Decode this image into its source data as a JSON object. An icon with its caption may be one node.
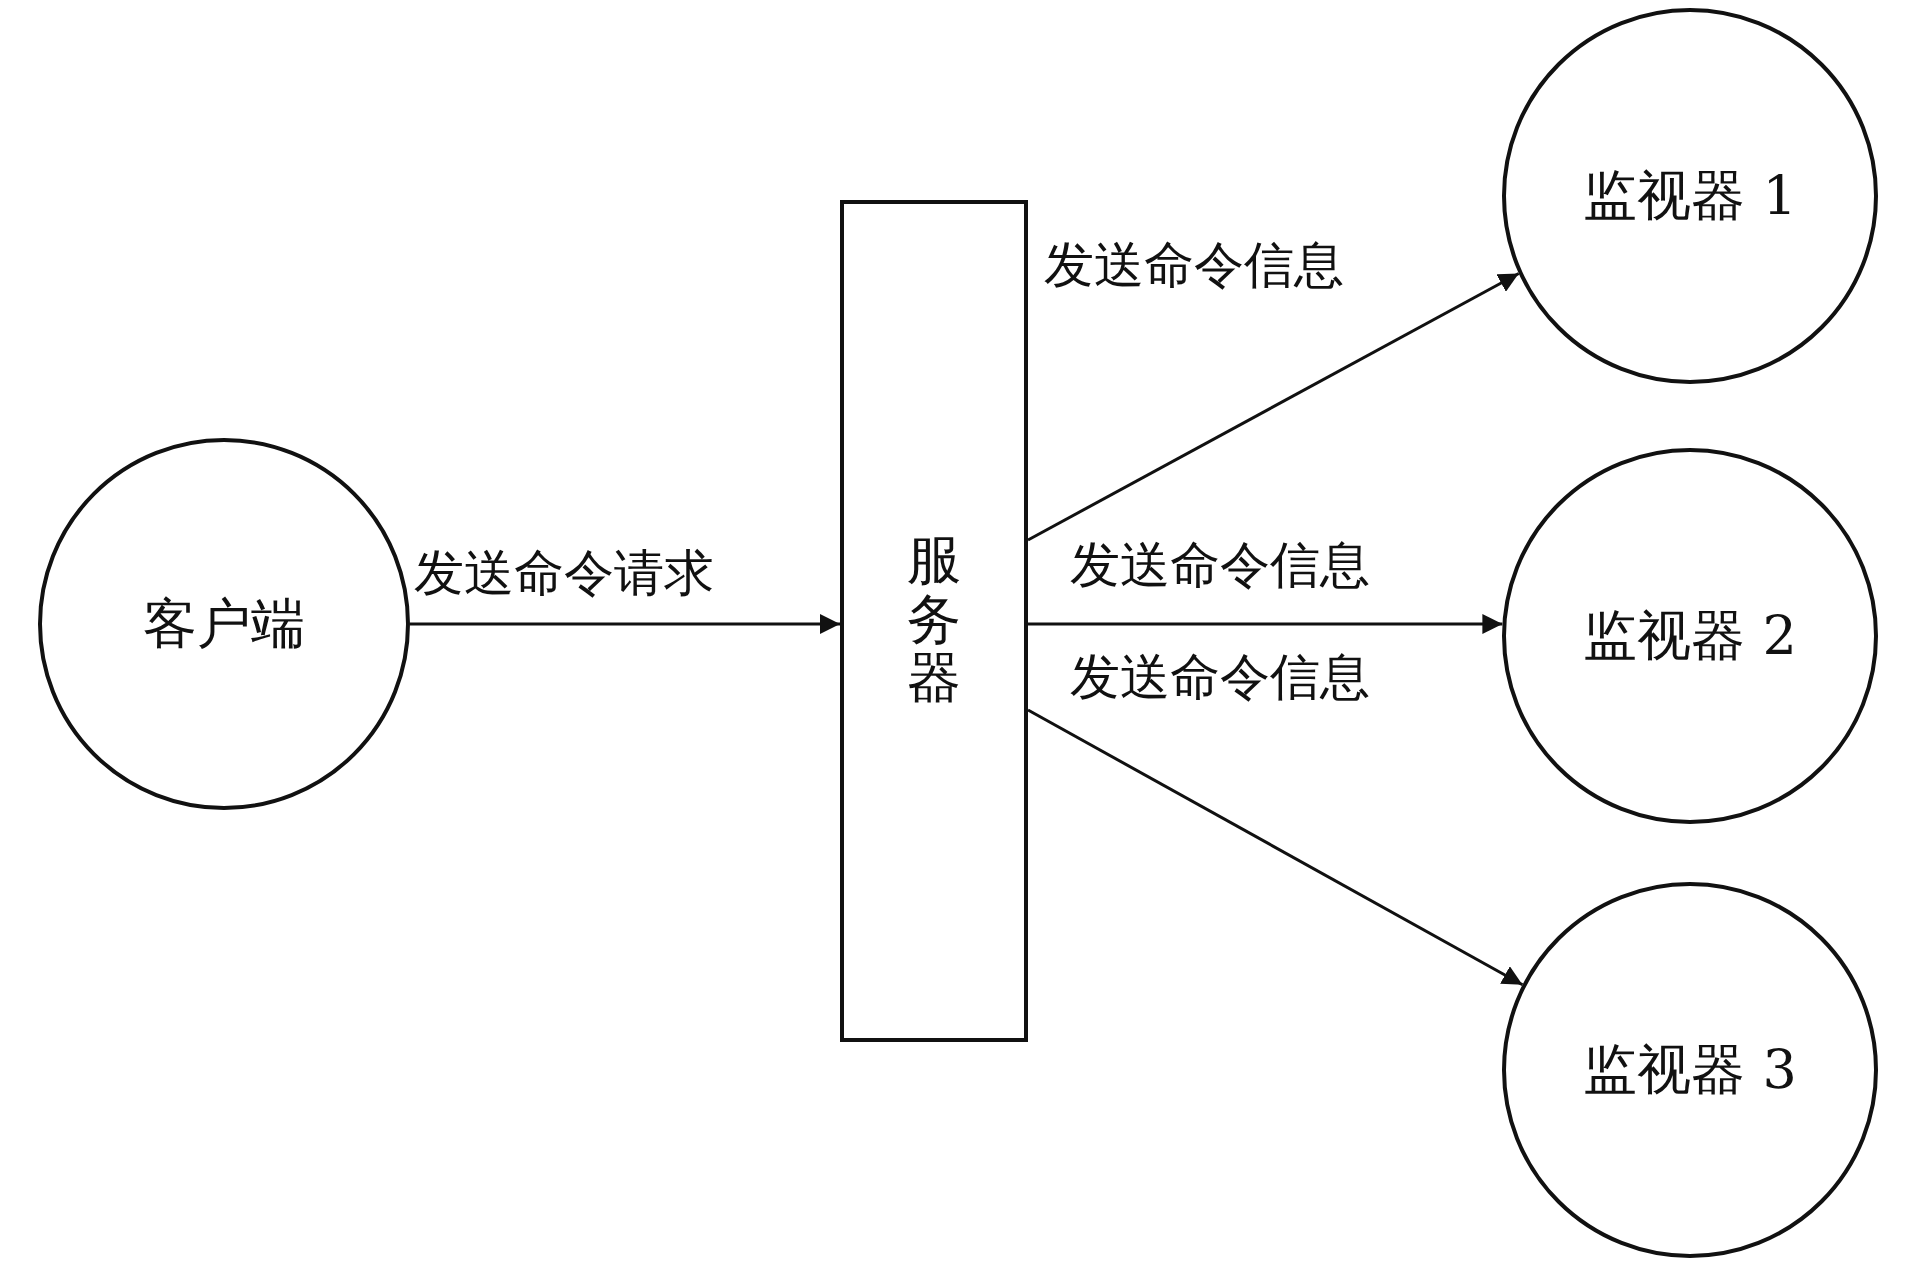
{
  "diagram": {
    "nodes": [
      {
        "text": [
          "客户端"
        ]
      },
      {
        "text": [
          "服务器"
        ]
      },
      {
        "text": [
          "监视器 1"
        ]
      },
      {
        "text": [
          "监视器 2"
        ]
      },
      {
        "text": [
          "监视器 3"
        ]
      }
    ],
    "edges": [
      {
        "from": 0,
        "to": 1,
        "arrow": "to",
        "label": "发送命令请求"
      },
      {
        "from": 1,
        "to": 2,
        "arrow": "to",
        "label": "发送命令信息"
      },
      {
        "from": 1,
        "to": 3,
        "arrow": "to",
        "label": "发送命令信息"
      },
      {
        "from": 1,
        "to": 4,
        "arrow": "to",
        "label": "发送命令信息"
      }
    ]
  }
}
